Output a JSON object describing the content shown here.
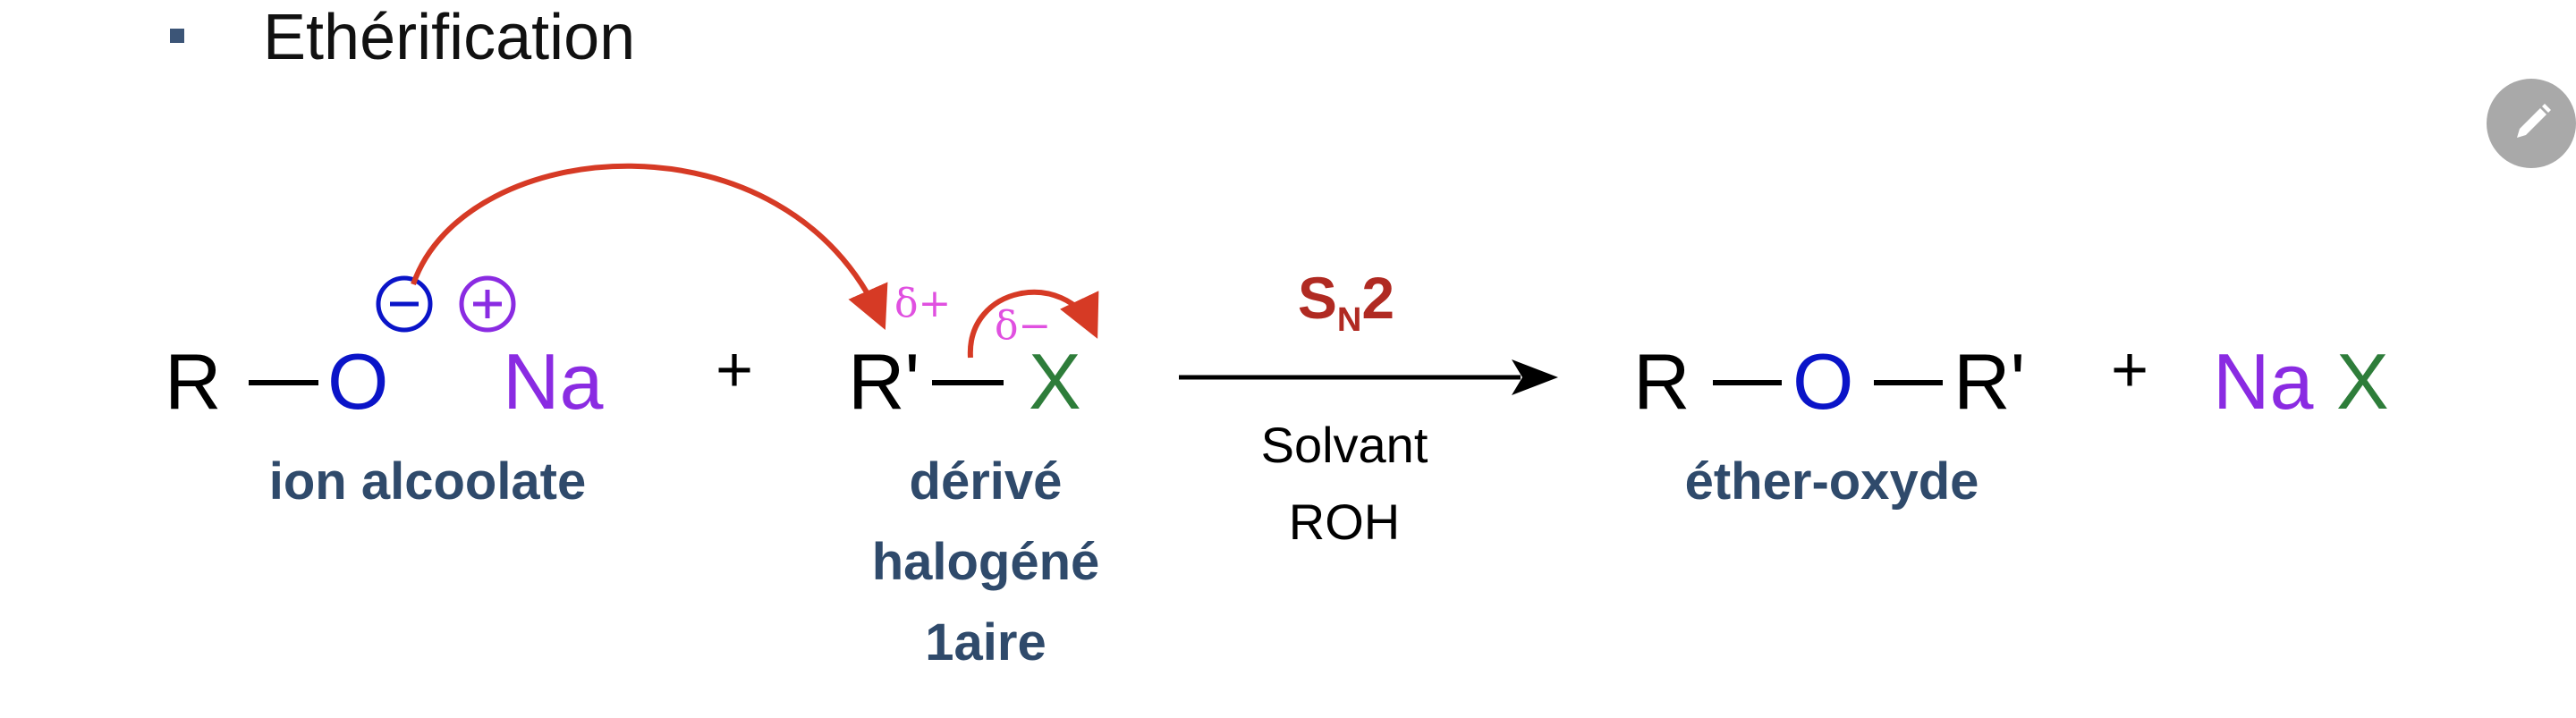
{
  "heading": {
    "bullet_icon": "square-bullet",
    "title": "Ethérification"
  },
  "edit_button": {
    "icon": "pencil-icon"
  },
  "reactants": {
    "alcoolate": {
      "R": "R",
      "O": "O",
      "Na": "Na",
      "neg_charge": "−",
      "pos_charge": "+",
      "label": "ion alcoolate"
    },
    "plus1": "+",
    "halide": {
      "R": "R'",
      "X": "X",
      "delta_plus": "δ+",
      "delta_minus": "δ−",
      "label_lines": [
        "dérivé",
        "halogéné",
        "1aire"
      ]
    }
  },
  "conditions": {
    "mechanism_main": "S",
    "mechanism_sub": "N",
    "mechanism_num": "2",
    "solvent_lines": [
      "Solvant",
      "ROH"
    ]
  },
  "products": {
    "ether": {
      "R": "R",
      "O": "O",
      "R2": "R'",
      "label": "éther-oxyde"
    },
    "plus2": "+",
    "salt": {
      "Na": "Na",
      "X": "X"
    }
  },
  "colors": {
    "oxygen": "#0a14c8",
    "sodium": "#8a2be2",
    "halogen": "#2e7d3a",
    "arrow": "#d63a25",
    "delta": "#e050e0",
    "label": "#2f4a6b",
    "mechanism": "#b02a22"
  }
}
